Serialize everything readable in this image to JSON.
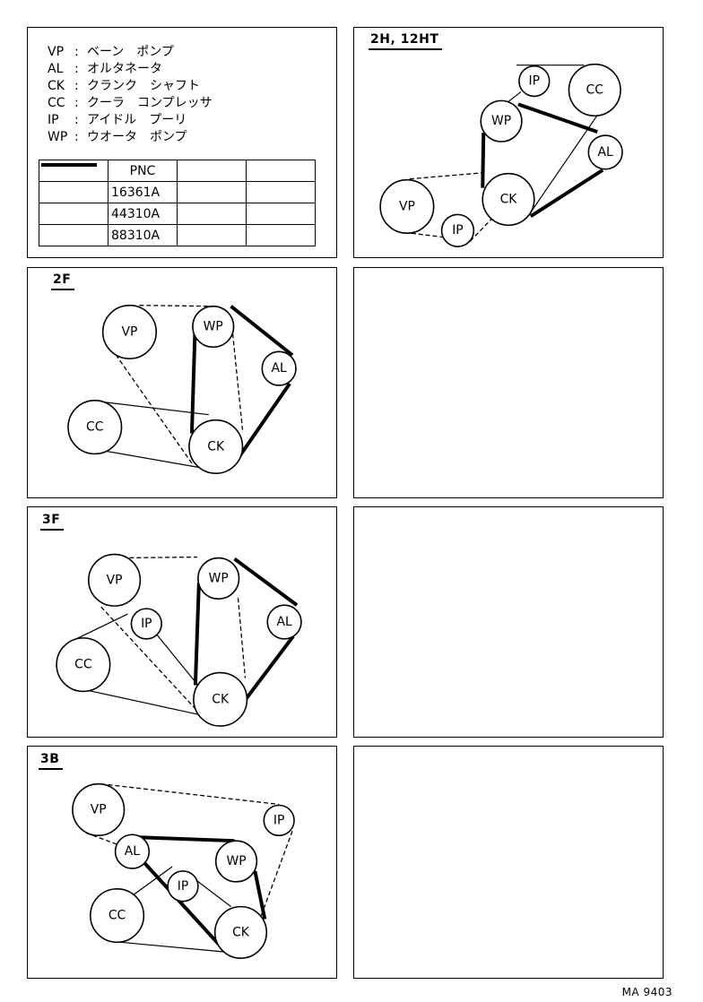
{
  "legend": {
    "abbreviations": [
      {
        "code": "VP",
        "sep": ":",
        "name": "ベーン　ポンプ"
      },
      {
        "code": "AL",
        "sep": ":",
        "name": "オルタネータ"
      },
      {
        "code": "CK",
        "sep": ":",
        "name": "クランク　シャフト"
      },
      {
        "code": "CC",
        "sep": ":",
        "name": "クーラ　コンプレッサ"
      },
      {
        "code": "IP",
        "sep": ":",
        "name": "アイドル　プーリ"
      },
      {
        "code": "WP",
        "sep": ":",
        "name": "ウオータ　ポンプ"
      }
    ],
    "table": {
      "header": "PNC",
      "rows": [
        {
          "line_style": "thick",
          "pnc": "16361A"
        },
        {
          "line_style": "dashed",
          "pnc": "44310A"
        },
        {
          "line_style": "thin",
          "pnc": "88310A"
        }
      ]
    }
  },
  "diagrams": {
    "d2h": {
      "title": "2H, 12HT"
    },
    "d2f": {
      "title": "2F"
    },
    "d3f": {
      "title": "3F"
    },
    "d3b": {
      "title": "3B"
    }
  },
  "pulley_labels": {
    "VP": "VP",
    "AL": "AL",
    "CK": "CK",
    "CC": "CC",
    "IP": "IP",
    "WP": "WP"
  },
  "footer": {
    "code": "MA  9403"
  }
}
